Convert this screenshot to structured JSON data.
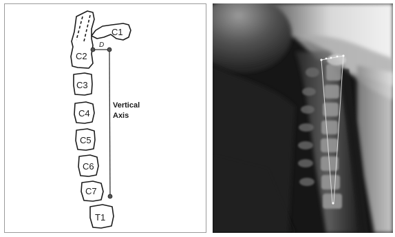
{
  "diagram": {
    "labels": {
      "c1": "C1",
      "c2": "C2",
      "c3": "C3",
      "c4": "C4",
      "c5": "C5",
      "c6": "C6",
      "c7": "C7",
      "t1": "T1",
      "point_d": "D",
      "axis_line1": "Vertical",
      "axis_line2": "Axis"
    }
  },
  "colors": {
    "outline": "#1a1a1a",
    "axis_line": "#333333",
    "point_fill": "#555555",
    "xray_bg": "#1a1a1a"
  }
}
